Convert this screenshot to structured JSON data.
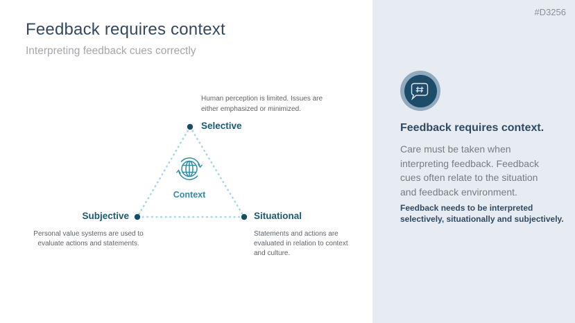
{
  "slide": {
    "title": "Feedback requires context",
    "subtitle": "Interpreting feedback cues correctly",
    "code": "#D3256"
  },
  "diagram": {
    "center_label": "Context",
    "center_icon": "globe-sync-icon",
    "nodes": [
      {
        "id": "selective",
        "label": "Selective",
        "desc": "Human perception is limited. Issues are\neither emphasized or minimized."
      },
      {
        "id": "subjective",
        "label": "Subjective",
        "desc": "Personal value systems are used to\nevaluate actions and statements."
      },
      {
        "id": "situational",
        "label": "Situational",
        "desc": "Statements and actions are\nevaluated in relation to context\nand culture."
      }
    ]
  },
  "sidebar": {
    "icon": "hashtag-speech-bubble-icon",
    "heading": "Feedback requires context.",
    "body": "Care must be taken when\ninterpreting feedback. Feedback\ncues often relate to the situation\nand feedback environment.",
    "note": "Feedback needs to be interpreted\nselectively, situationally and subjectively."
  },
  "colors": {
    "title_dark": "#32495f",
    "label_teal_dark": "#1b5a72",
    "accent_teal": "#2e8ca6",
    "dotted_line": "#a8d6e5",
    "vertex_dot": "#164c64",
    "panel_bg": "#e7ebf2",
    "badge_ring": "#92aabf",
    "badge_fill": "#1d4c6a",
    "body_gray": "#767c85"
  }
}
